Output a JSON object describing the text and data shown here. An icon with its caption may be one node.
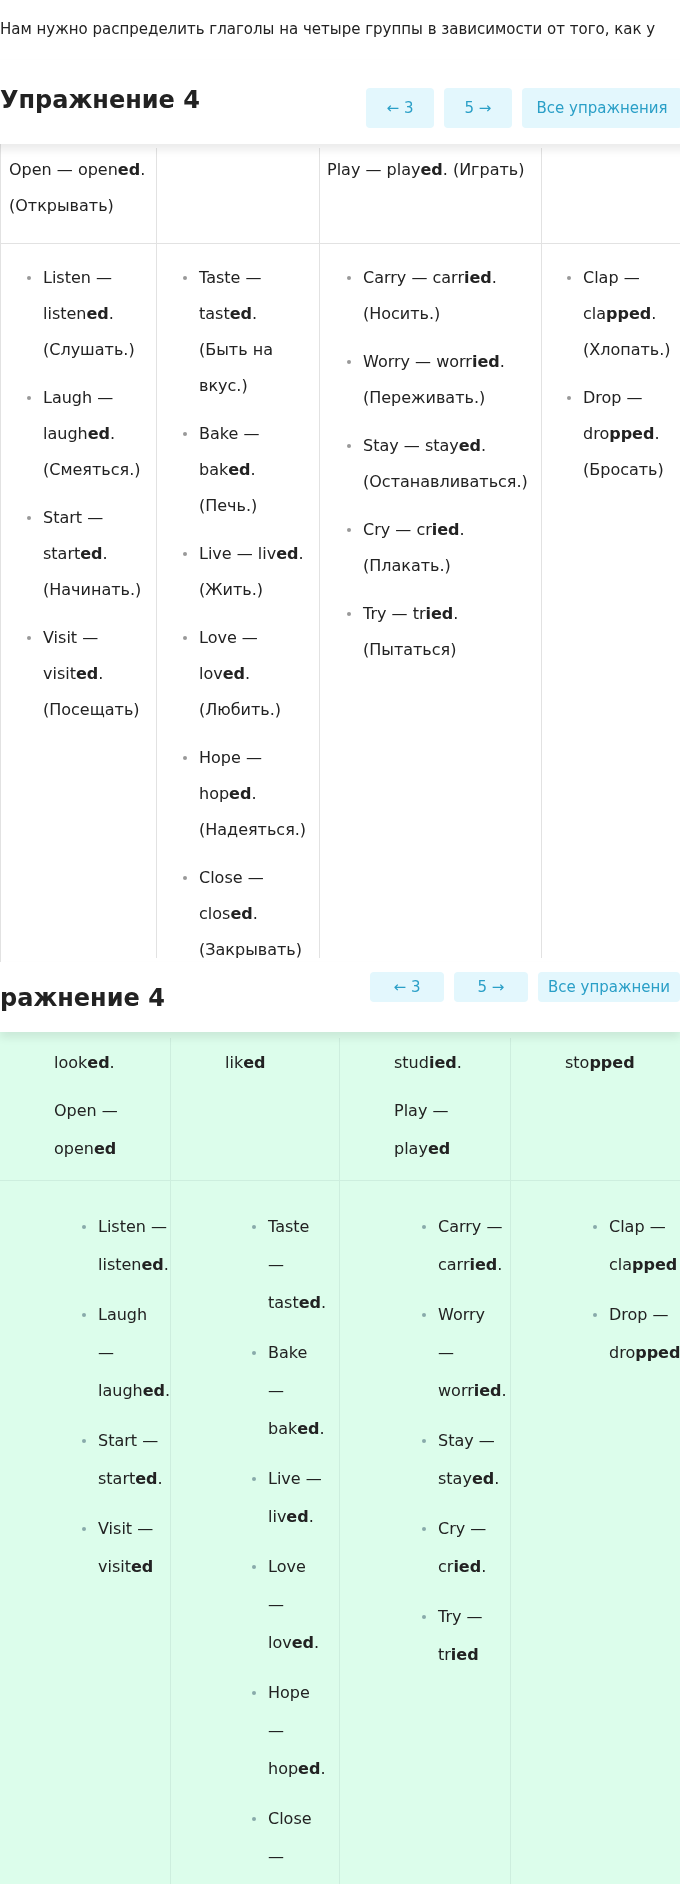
{
  "diagram": {
    "labels": [
      "Нам нужно распределить глаголы на четыре группы в зависимости от того, как у них образуется форма Past Simple.",
      "Упражнение 4",
      "← 3",
      "5 →",
      "Все упражнения",
      "Open — open**ed**. (Открывать)",
      "Play — play**ed**. (Играть)",
      "Listen — listen**ed**. (Слушать.)",
      "Laugh — laugh**ed**. (Смеяться.)",
      "Start — start**ed**. (Начинать.)",
      "Visit — visit**ed**. (Посещать)",
      "Taste — tast**ed**. (Быть на вкус.)",
      "Bake — bak**ed**. (Печь.)",
      "Live — liv**ed**. (Жить.)",
      "Love — lov**ed**. (Любить.)",
      "Hope — hop**ed**. (Надеяться.)",
      "Close — clos**ed**. (Закрывать)",
      "Carry — carr**ied**. (Носить.)",
      "Worry — worr**ied**. (Переживать.)",
      "Stay — stay**ed**. (Останавливаться.)",
      "Cry — cr**ied**. (Плакать.)",
      "Try — tr**ied**. (Пытаться)",
      "Clap — cla**pped**. (Хлопать.)",
      "Drop — dro**pped**. (Бросать)",
      "ражнение 4",
      "← 3",
      "5 →",
      "Все упражнени",
      "look**ed**.",
      "lik**ed**",
      "stud**ied**.",
      "sto**pped**",
      "Open — open**ed**",
      "Play — play**ed**",
      "Listen — listen**ed**.",
      "Laugh — laugh**ed**.",
      "Start — start**ed**.",
      "Visit — visit**ed**",
      "Taste — tast**ed**.",
      "Bake — bak**ed**.",
      "Live — liv**ed**.",
      "Love — lov**ed**.",
      "Hope — hop**ed**.",
      "Close —",
      "Carry — carr**ied**.",
      "Worry — worr**ied**.",
      "Stay — stay**ed**.",
      "Cry — cr**ied**.",
      "Try — tr**ied**",
      "Clap — cla**pped**",
      "Drop — dro**pped**"
    ]
  }
}
